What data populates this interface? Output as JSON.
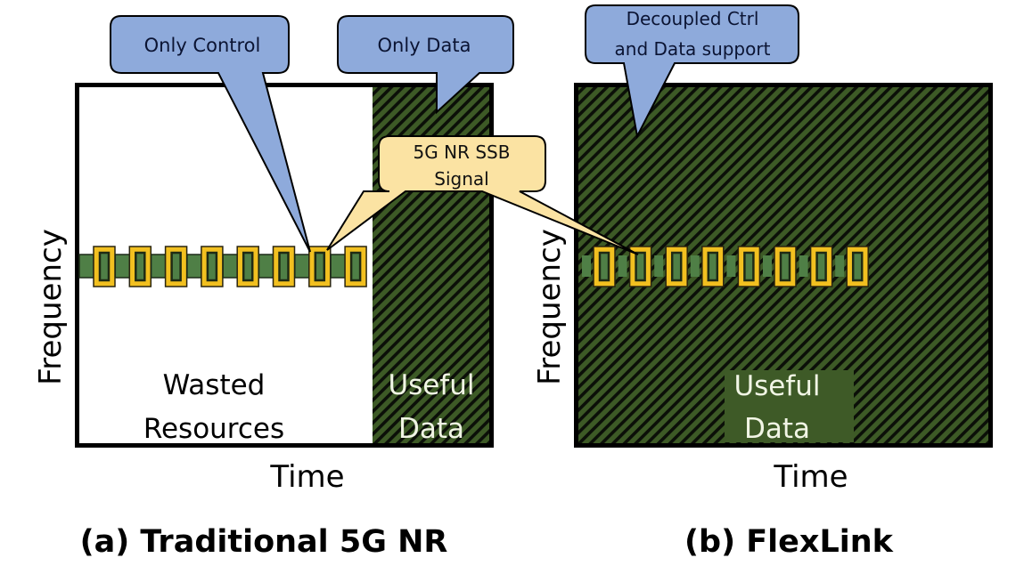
{
  "colors": {
    "stripe_green": "#3d5a26",
    "stripe_dark": "#0b0f08",
    "useful_box_green": "#3e5a27",
    "ssb_yellow": "#f2c020",
    "ssb_inner_green": "#4f7f46",
    "callout_blue": "#8eaadb",
    "callout_yellow": "#fbe3a3",
    "light_text": "#f1f5e5"
  },
  "panels": [
    {
      "id": "a",
      "caption": "(a) Traditional 5G NR",
      "x_axis_label": "Time",
      "y_axis_label": "Frequency",
      "wasted_label_line1": "Wasted",
      "wasted_label_line2": "Resources",
      "useful_label_line1": "Useful",
      "useful_label_line2": "Data",
      "ssb_block_count": 8
    },
    {
      "id": "b",
      "caption": "(b) FlexLink",
      "x_axis_label": "Time",
      "y_axis_label": "Frequency",
      "useful_label_line1": "Useful",
      "useful_label_line2": "Data",
      "ssb_block_count": 8
    }
  ],
  "callouts": {
    "only_control": "Only Control",
    "only_data": "Only Data",
    "ssb_line1": "5G NR SSB",
    "ssb_line2": "Signal",
    "decoupled_line1": "Decoupled Ctrl",
    "decoupled_line2": "and Data support"
  }
}
